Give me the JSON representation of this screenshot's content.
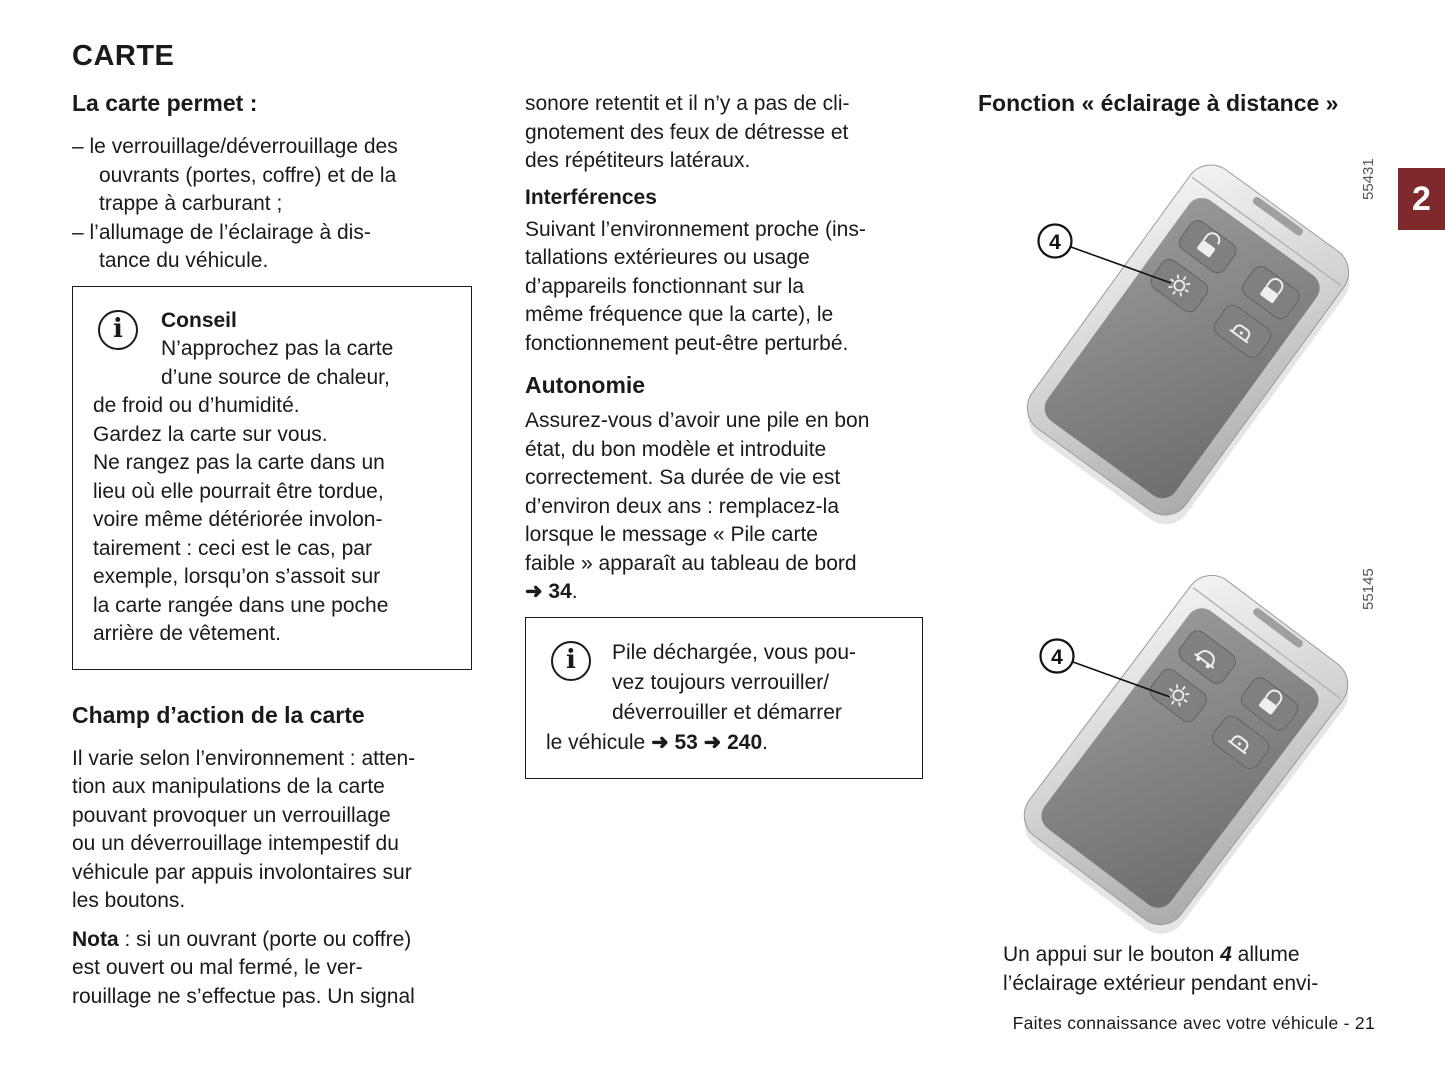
{
  "colors": {
    "chapter_tab_bg": "#7e2a2d",
    "text": "#1a1a1a"
  },
  "icons": {
    "info_glyph": "i",
    "ref_arrow": "➜"
  },
  "page": {
    "title": "CARTE",
    "chapter_tab": "2",
    "footer": "Faites connaissance avec votre véhicule - 21"
  },
  "left": {
    "heading1": "La carte permet :",
    "bullet1": "– le verrouillage/déverrouillage des\nouvrants (portes, coffre) et de la\ntrappe à carburant ;",
    "bullet2": "– l’allumage de l’éclairage à dis-\ntance du véhicule.",
    "conseil_title": "Conseil",
    "conseil_body": "N’approchez pas la carte\nd’une source de chaleur,\nde froid ou d’humidité.\nGardez la carte sur vous.\nNe rangez pas la carte dans un\nlieu où elle pourrait être tordue,\nvoire même détériorée involon-\ntairement : ceci est le cas, par\nexemple, lorsqu’on s’assoit sur\nla carte rangée dans une poche\narrière de vêtement.",
    "heading2": "Champ d’action de la carte",
    "para1": "Il varie selon l’environnement : atten-\ntion aux manipulations de la carte\npouvant provoquer un verrouillage\nou un déverrouillage intempestif du\nvéhicule par appuis involontaires sur\nles boutons.",
    "nota_label": "Nota",
    "nota_text": " : si un ouvrant (porte ou coffre)\nest ouvert ou mal fermé, le ver-\nrouillage ne s’effectue pas. Un signal"
  },
  "middle": {
    "para1": "sonore retentit et il n’y a pas de cli-\ngnotement des feux de détresse et\ndes répétiteurs latéraux.",
    "interferences_heading": "Interférences",
    "interferences_body": "Suivant l’environnement proche (ins-\ntallations extérieures ou usage\nd’appareils fonctionnant sur la\nmême fréquence que la carte), le\nfonctionnement peut-être perturbé.",
    "autonomie_heading": "Autonomie",
    "autonomie_body": "Assurez-vous d’avoir une pile en bon\nétat, du bon modèle et introduite\ncorrectement. Sa durée de vie est\nd’environ deux ans : remplacez-la\nlorsque le message « Pile carte\nfaible » apparaît au tableau de bord\n",
    "autonomie_ref": "➜ 34",
    "autonomie_end": ".",
    "pile_body": "Pile déchargée, vous pou-\nvez toujours verrouiller/\ndéverrouiller et démarrer\nle véhicule ",
    "pile_ref": "➜ 53 ➜ 240",
    "pile_end": "."
  },
  "right": {
    "heading": "Fonction « éclairage à distance »",
    "fig1_ref": "55431",
    "fig2_ref": "55145",
    "callout1": "4",
    "callout2": "4",
    "caption_pre": "Un appui sur le bouton ",
    "caption_num": "4",
    "caption_post": " allume\nl’éclairage extérieur pendant envi-"
  }
}
